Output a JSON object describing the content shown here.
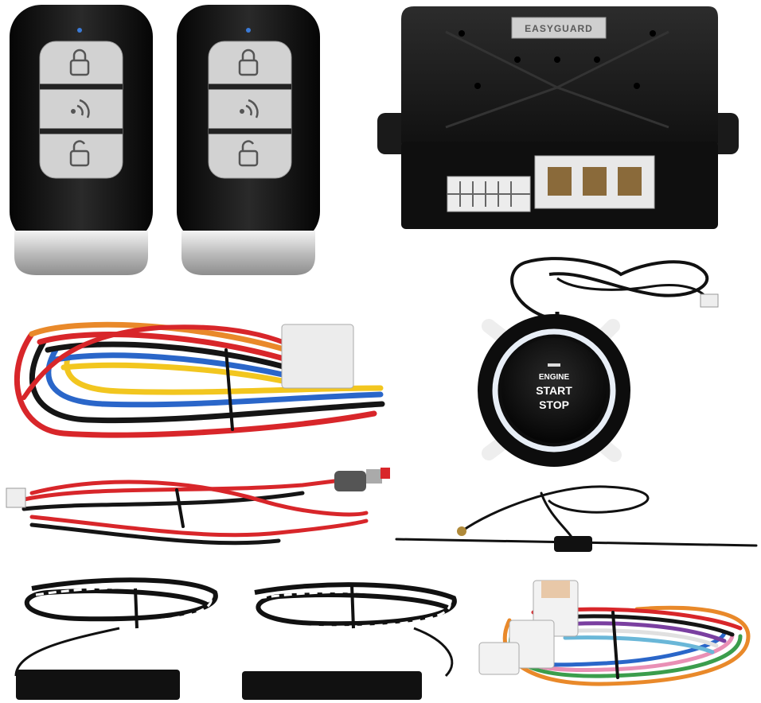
{
  "brand": {
    "label": "EASYGUARD"
  },
  "start_button": {
    "line1": "ENGINE",
    "line2": "START",
    "line3": "STOP"
  },
  "colors": {
    "fob_body": "#121212",
    "fob_chrome": "#d8d8d8",
    "module_body": "#1c1c1c",
    "connector": "#ececec",
    "wire_red": "#d8262a",
    "wire_yellow": "#f2c61f",
    "wire_blue": "#2a66c9",
    "wire_black": "#151515",
    "wire_orange": "#e9892a",
    "wire_green": "#3b9d4c",
    "ring_glow": "#e8eef6"
  },
  "icons": [
    "lock-icon",
    "remote-signal-icon",
    "unlock-icon"
  ]
}
